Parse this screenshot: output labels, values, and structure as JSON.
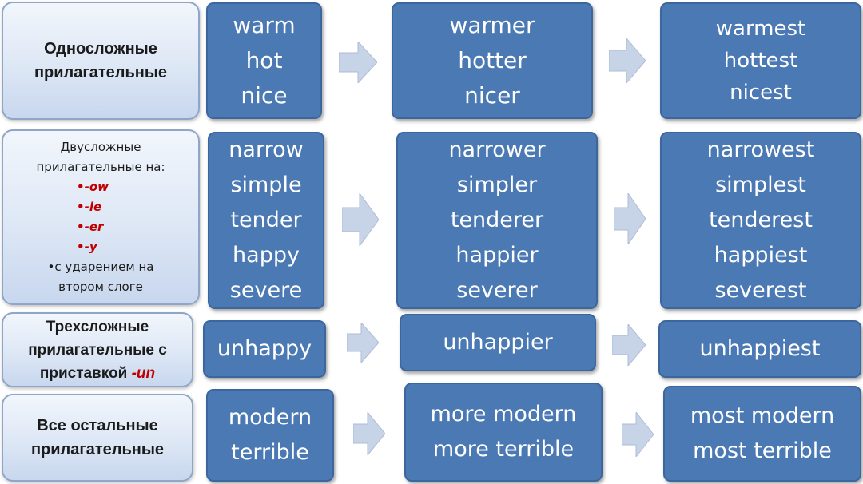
{
  "rows": [
    {
      "category": [
        "Односложные",
        "прилагательные"
      ],
      "base": [
        "warm",
        "hot",
        "nice"
      ],
      "comparative": [
        "warmer",
        "hotter",
        "nicer"
      ],
      "superlative": [
        "warmest",
        "hottest",
        "nicest"
      ]
    },
    {
      "category_top": [
        "Двусложные",
        "прилагательные на:"
      ],
      "category_suffixes": [
        "•-ow",
        "•-le",
        "•-er",
        "•-y"
      ],
      "category_bottom": [
        "•с ударением на",
        "втором слоге"
      ],
      "base": [
        "narrow",
        "simple",
        "tender",
        "happy",
        "severe"
      ],
      "comparative": [
        "narrower",
        "simpler",
        "tenderer",
        "happier",
        "severer"
      ],
      "superlative": [
        "narrowest",
        "simplest",
        "tenderest",
        "happiest",
        "severest"
      ]
    },
    {
      "category": [
        "Трехсложные",
        "прилагательные с"
      ],
      "category_last": "приставкой ",
      "category_prefix": "-un",
      "base": [
        "unhappy"
      ],
      "comparative": [
        "unhappier"
      ],
      "superlative": [
        "unhappiest"
      ]
    },
    {
      "category": [
        "Все остальные",
        "прилагательные"
      ],
      "base": [
        "modern",
        "terrible"
      ],
      "comparative": [
        "more modern",
        "more terrible"
      ],
      "superlative": [
        "most modern",
        "most terrible"
      ]
    }
  ]
}
